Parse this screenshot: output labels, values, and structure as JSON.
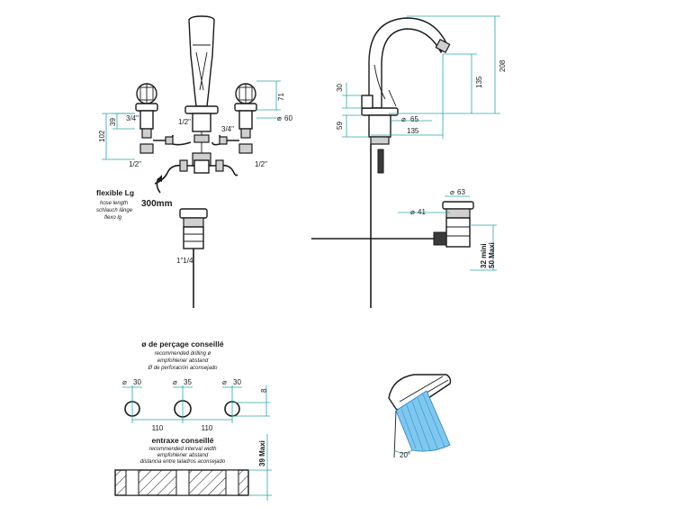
{
  "front": {
    "thread_34_left": "3/4\"",
    "thread_12_center": "1/2\"",
    "thread_34_right": "3/4\"",
    "thread_12_left": "1/2\"",
    "thread_12_right": "1/2\"",
    "dim_71": "71",
    "dim_60": "60",
    "dim_39": "39",
    "dim_102": "102",
    "waste_thread": "1\"1/4",
    "hose_title": "flexible Lg",
    "hose_lines": [
      "hose length",
      "schlauch länge",
      "flexo lg"
    ],
    "hose_length": "300mm"
  },
  "side": {
    "dim_208": "208",
    "dim_135_v": "135",
    "dim_30": "30",
    "dim_59": "59",
    "dim_65": "65",
    "dim_135_h": "135",
    "dim_63": "63",
    "dim_41": "41",
    "waste_minmax": "32 mini\n50 Maxi",
    "waste_min": "32 mini",
    "waste_max": "50 Maxi",
    "diam": "⌀"
  },
  "drilling": {
    "title": "ø de perçage conseillé",
    "lines": [
      "recommended drilling ø",
      "empfohlener abstand",
      "Ø de perforación aconsejado"
    ],
    "d1": "30",
    "d2": "35",
    "d3": "30",
    "dim_8": "8",
    "span1": "110",
    "span2": "110"
  },
  "interval": {
    "title": "entraxe conseillé",
    "lines": [
      "recommended interval width",
      "empfohlener abstand",
      "distancia entre taladros aconsejado"
    ],
    "max": "39 Maxi"
  },
  "spray": {
    "angle": "20°",
    "spray_color": "#7ec8f0"
  }
}
